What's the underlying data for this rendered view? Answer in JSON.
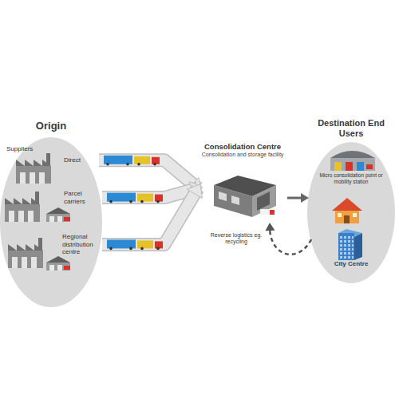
{
  "diagram": {
    "nodes": [
      {
        "text": [
          "Origin"
        ]
      },
      {
        "text": [
          "Direct"
        ],
        "in": 0
      },
      {
        "text": [
          "Parcel carriers"
        ],
        "in": 0
      },
      {
        "text": [
          "Regional distribution centre"
        ],
        "in": 0
      },
      {
        "text": [
          "Consolidation Centre",
          "Consolidation and storage facility"
        ]
      },
      {
        "text": [
          "Destination End Users"
        ]
      },
      {
        "text": [
          "Micro consolidation point or mobility station"
        ],
        "in": 5
      },
      {
        "text": [
          "City Centre"
        ],
        "in": 5
      }
    ],
    "edges": [
      {
        "from": 1,
        "to": 4,
        "arrow": "to"
      },
      {
        "from": 2,
        "to": 4,
        "arrow": "to"
      },
      {
        "from": 3,
        "to": 4,
        "arrow": "to"
      },
      {
        "from": 4,
        "to": 5,
        "arrow": "to"
      },
      {
        "from": 5,
        "to": 4,
        "label": "Reverse logistics eg. recycling",
        "arrow": "to"
      }
    ],
    "labels": [
      "Suppliers"
    ]
  }
}
